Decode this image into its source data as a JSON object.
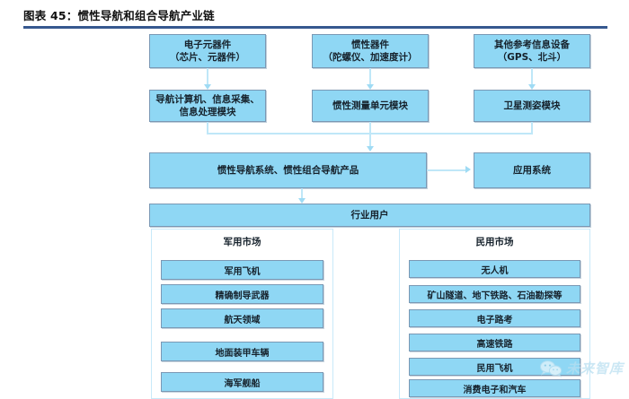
{
  "header": {
    "title": "图表 45：惯性导航和组合导航产业链",
    "rule_color": "#36588f"
  },
  "colors": {
    "box_fill": "#8fd7f4",
    "box_border": "#7a98b4",
    "connector": "#bfe7f8",
    "panel_border": "#c8e9f9",
    "watermark": "#b8dff0"
  },
  "flow": {
    "row1": [
      {
        "line1": "电子元器件",
        "line2": "（芯片、元器件）"
      },
      {
        "line1": "惯性器件",
        "line2": "（陀螺仪、加速度计）"
      },
      {
        "line1": "其他参考信息设备",
        "line2": "（GPS、北斗）"
      }
    ],
    "row2": [
      {
        "line1": "导航计算机、信息采集、",
        "line2": "信息处理模块"
      },
      {
        "line1": "惯性测量单元模块",
        "line2": ""
      },
      {
        "line1": "卫星测姿模块",
        "line2": ""
      }
    ],
    "row3": {
      "product": "惯性导航系统、惯性组合导航产品",
      "application": "应用系统"
    },
    "row4": {
      "users": "行业用户"
    }
  },
  "markets": [
    {
      "title": "军用市场",
      "items": [
        "军用飞机",
        "精确制导武器",
        "航天领域",
        "地面装甲车辆",
        "海军舰船"
      ]
    },
    {
      "title": "民用市场",
      "items": [
        "无人机",
        "矿山隧道、地下铁路、石油勘探等",
        "电子路考",
        "高速铁路",
        "民用飞机",
        "消费电子和汽车"
      ]
    }
  ],
  "watermark": {
    "text": "未来智库",
    "icon": "wechat-icon"
  }
}
